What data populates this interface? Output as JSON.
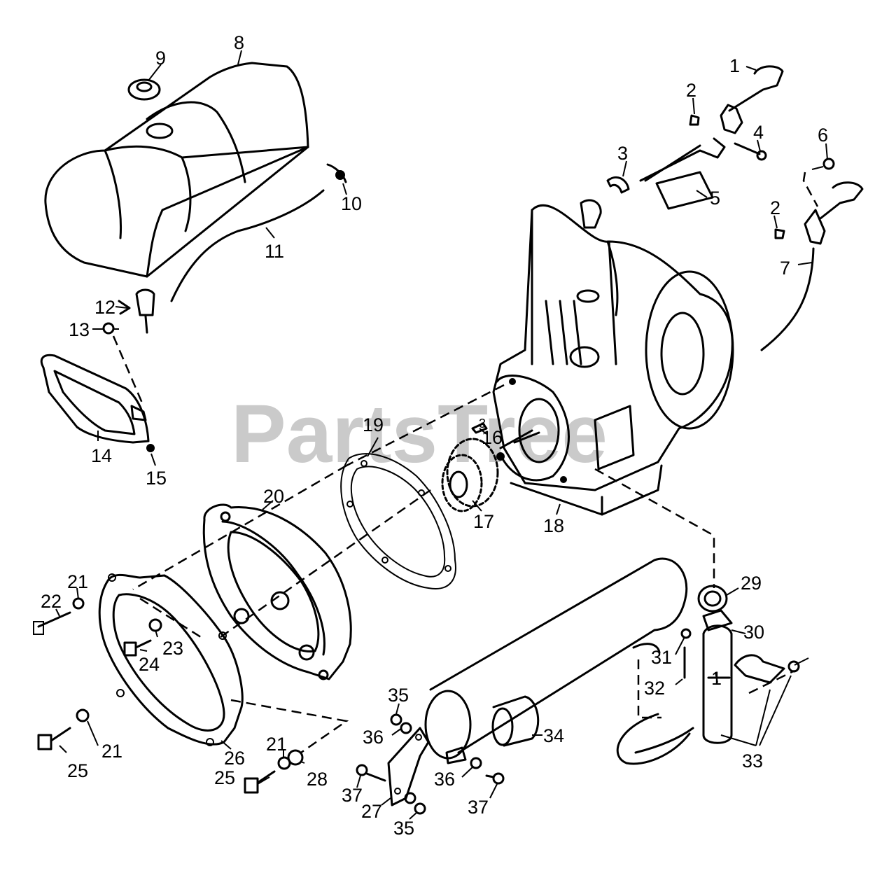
{
  "watermark": "PartsTree",
  "callouts": [
    {
      "id": "c1",
      "text": "1"
    },
    {
      "id": "c2a",
      "text": "2"
    },
    {
      "id": "c2b",
      "text": "2"
    },
    {
      "id": "c3",
      "text": "3"
    },
    {
      "id": "c3b",
      "text": "3"
    },
    {
      "id": "c4",
      "text": "4"
    },
    {
      "id": "c5",
      "text": "5"
    },
    {
      "id": "c6",
      "text": "6"
    },
    {
      "id": "c7",
      "text": "7"
    },
    {
      "id": "c8",
      "text": "8"
    },
    {
      "id": "c9",
      "text": "9"
    },
    {
      "id": "c10",
      "text": "10"
    },
    {
      "id": "c11",
      "text": "11"
    },
    {
      "id": "c12",
      "text": "12"
    },
    {
      "id": "c13",
      "text": "13"
    },
    {
      "id": "c14",
      "text": "14"
    },
    {
      "id": "c15",
      "text": "15"
    },
    {
      "id": "c16",
      "text": "16"
    },
    {
      "id": "c17",
      "text": "17"
    },
    {
      "id": "c18",
      "text": "18"
    },
    {
      "id": "c19",
      "text": "19"
    },
    {
      "id": "c20",
      "text": "20"
    },
    {
      "id": "c21a",
      "text": "21"
    },
    {
      "id": "c21b",
      "text": "21"
    },
    {
      "id": "c21c",
      "text": "21"
    },
    {
      "id": "c22",
      "text": "22"
    },
    {
      "id": "c23",
      "text": "23"
    },
    {
      "id": "c24",
      "text": "24"
    },
    {
      "id": "c25a",
      "text": "25"
    },
    {
      "id": "c25b",
      "text": "25"
    },
    {
      "id": "c26",
      "text": "26"
    },
    {
      "id": "c27",
      "text": "27"
    },
    {
      "id": "c28",
      "text": "28"
    },
    {
      "id": "c29",
      "text": "29"
    },
    {
      "id": "c30",
      "text": "30"
    },
    {
      "id": "c31",
      "text": "31"
    },
    {
      "id": "c32",
      "text": "32"
    },
    {
      "id": "c1b",
      "text": "1"
    },
    {
      "id": "c33",
      "text": "33"
    },
    {
      "id": "c34",
      "text": "34"
    },
    {
      "id": "c35a",
      "text": "35"
    },
    {
      "id": "c35b",
      "text": "35"
    },
    {
      "id": "c36a",
      "text": "36"
    },
    {
      "id": "c36b",
      "text": "36"
    },
    {
      "id": "c37a",
      "text": "37"
    },
    {
      "id": "c37b",
      "text": "37"
    }
  ]
}
